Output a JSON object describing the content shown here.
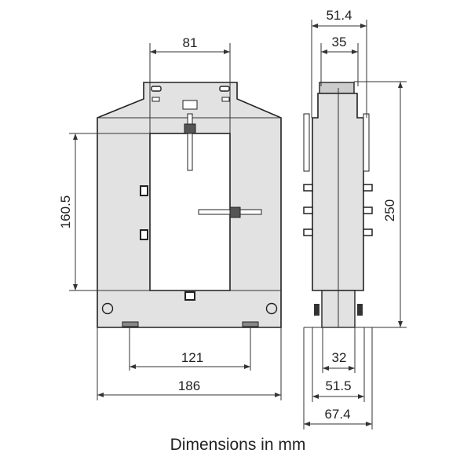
{
  "front_view": {
    "width_186": "186",
    "mount_121": "121",
    "window_width_81": "81",
    "window_height_160_5": "160.5"
  },
  "side_view": {
    "top_51_4": "51.4",
    "top_35": "35",
    "height_250": "250",
    "bottom_32": "32",
    "bottom_51_5": "51.5",
    "bottom_67_4": "67.4"
  },
  "caption": "Dimensions in mm",
  "colors": {
    "body": "#e2e2e2",
    "line": "#222222"
  }
}
